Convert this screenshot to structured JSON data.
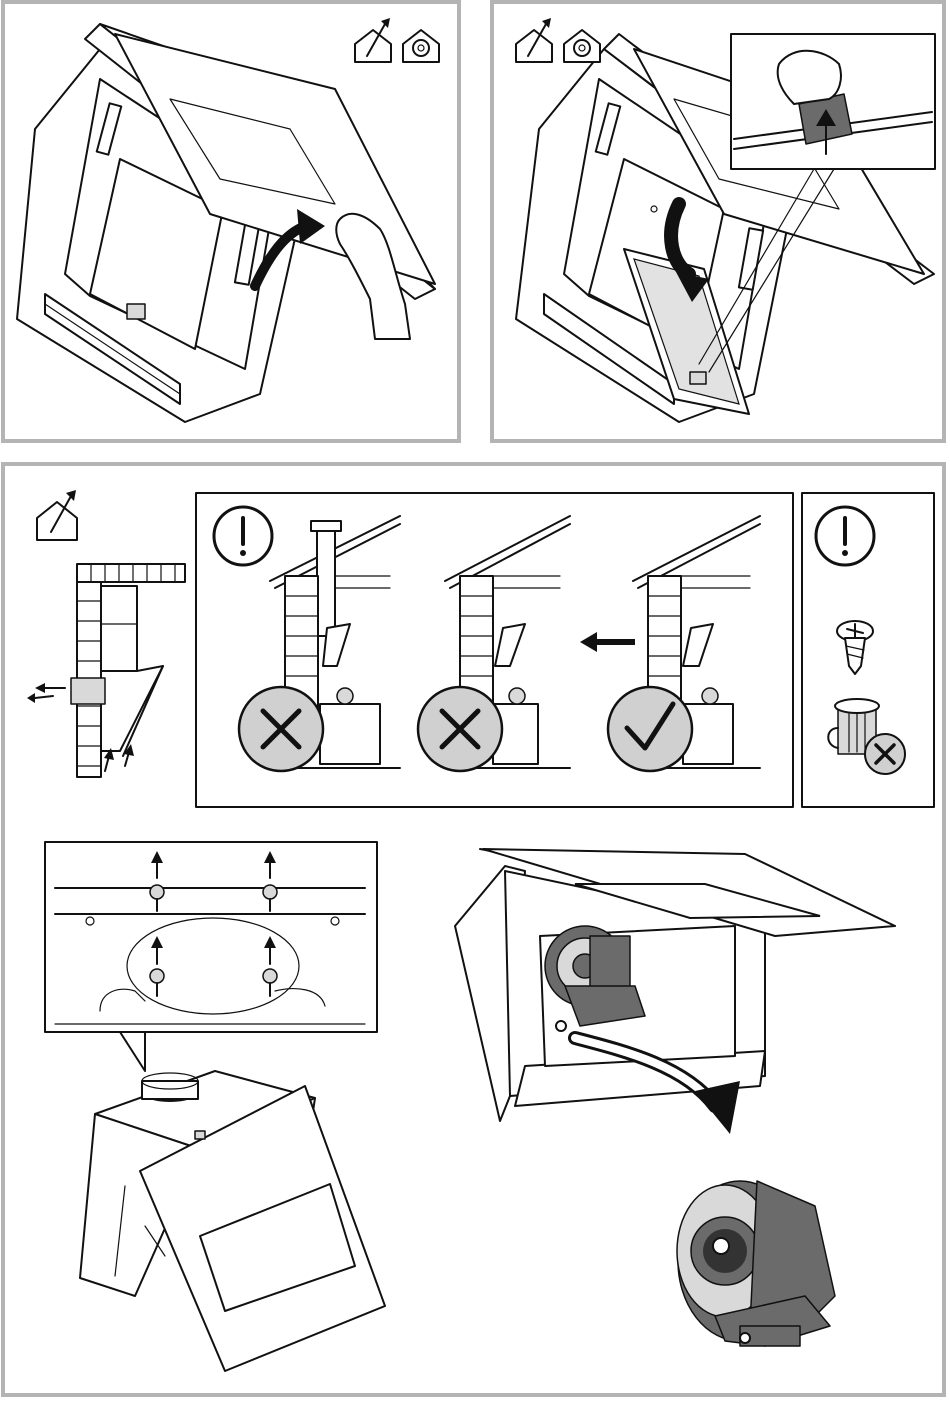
{
  "steps": [
    {
      "id": "open-panel",
      "icons": [
        "extraction-mode-icon",
        "recirculation-mode-icon"
      ]
    },
    {
      "id": "remove-grease-filter",
      "icons": [
        "extraction-mode-icon",
        "recirculation-mode-icon"
      ]
    },
    {
      "id": "extraction-ducting",
      "icons": [
        "extraction-mode-icon"
      ]
    },
    {
      "id": "duct-warnings",
      "icons": [
        "warning-icon",
        "not-allowed-icon",
        "not-allowed-icon",
        "allowed-icon"
      ]
    },
    {
      "id": "screw-warning",
      "icons": [
        "warning-icon",
        "screw-icon",
        "do-not-discard-icon"
      ]
    },
    {
      "id": "remove-top-screws",
      "icons": [
        "arrow-up-icon",
        "screw-icon"
      ]
    },
    {
      "id": "remove-motor",
      "icons": [
        "arrow-down-icon",
        "motor-icon"
      ]
    }
  ],
  "colors": {
    "frame": "#b4b4b4",
    "line": "#111111",
    "accent_gray": "#d9d9d9",
    "circle_gray": "#d0d0d0"
  }
}
